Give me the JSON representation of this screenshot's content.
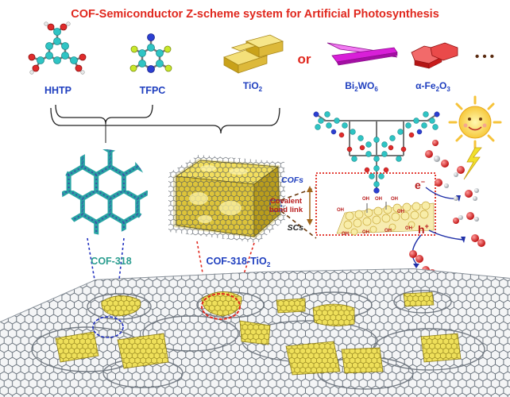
{
  "title": "COF-Semiconductor  Z-scheme system for Artificial Photosynthesis",
  "components": {
    "hhtp": "HHTP",
    "tfpc": "TFPC",
    "tio2_main": "TiO",
    "tio2_sub": "2",
    "or": "or",
    "bi_a": "Bi",
    "bi_sub1": "2",
    "bi_b": "WO",
    "bi_sub2": "6",
    "fe2o3": "α-Fe",
    "fe_sub1": "2",
    "fe_o": "O",
    "fe_sub2": "3",
    "more": "• • •"
  },
  "products": {
    "cof318": "COF-318",
    "cof318_tio2_main": "COF-318-TiO",
    "cof318_tio2_sub": "2"
  },
  "mechanism": {
    "cofs": "COFs",
    "scs": "SCs",
    "covalent_line1": "Covalent",
    "covalent_line2": "bond link",
    "electron": "e",
    "electron_sup": "−",
    "hole": "h",
    "hole_sup": "+",
    "oh": "OH"
  },
  "colors": {
    "title_red": "#e0281e",
    "label_blue": "#1f3fbf",
    "cof_teal": "#2a9d8f",
    "dark_red": "#b81b1b",
    "tio2_gold": "#e3c23a",
    "bi_magenta": "#d81fd8",
    "fe_red": "#d9262a"
  }
}
